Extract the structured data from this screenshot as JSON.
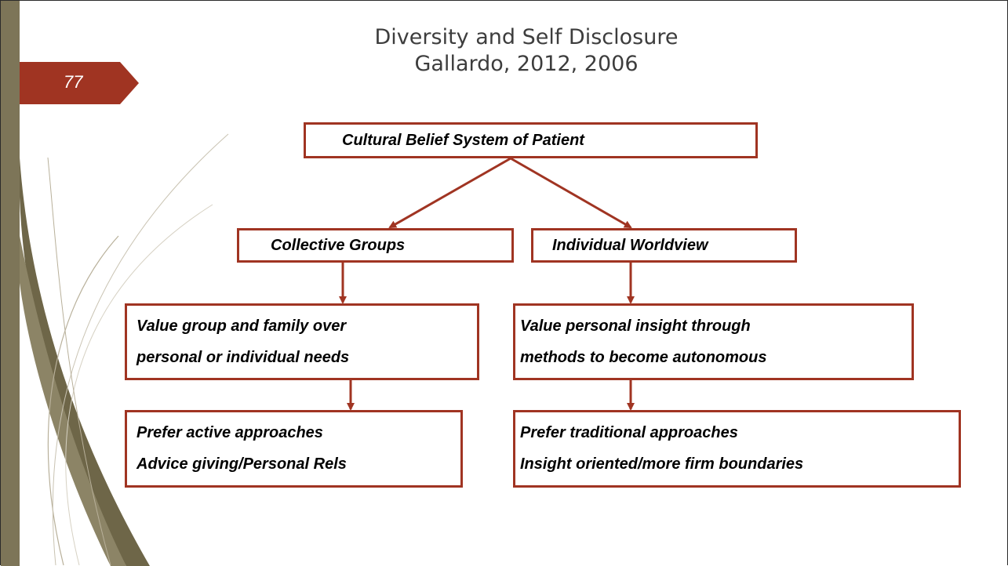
{
  "slide": {
    "number": "77",
    "title_lines": [
      "Diversity and Self Disclosure",
      "Gallardo, 2012, 2006"
    ]
  },
  "diagram": {
    "root": "Cultural Belief System  of Patient",
    "collective": "Collective Groups",
    "individual": "Individual  Worldview",
    "collective_value": [
      "Value group and family over",
      "personal or individual needs"
    ],
    "individual_value": [
      "Value personal insight  through",
      "methods to become autonomous"
    ],
    "collective_approach": [
      "Prefer active approaches",
      "Advice giving/Personal Rels"
    ],
    "individual_approach": [
      "Prefer traditional approaches",
      "Insight oriented/more firm boundaries"
    ]
  },
  "colors": {
    "accent": "#a03422",
    "sidebar": "#7d7558",
    "title_text": "#3d3d3d"
  }
}
